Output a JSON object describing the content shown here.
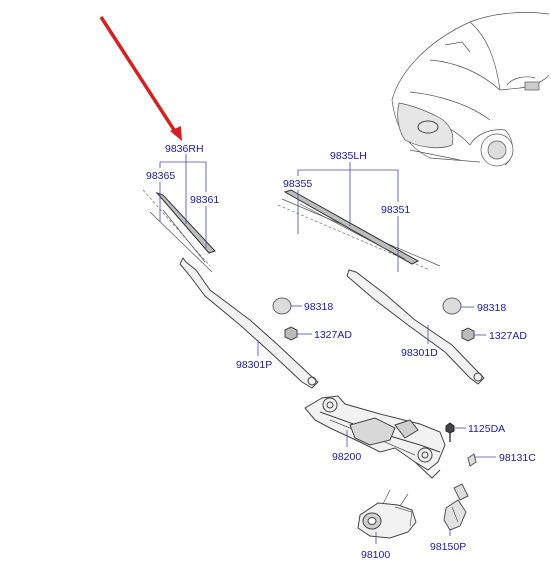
{
  "parts": [
    {
      "id": "p9836rh",
      "label": "9836RH"
    },
    {
      "id": "p98365",
      "label": "98365"
    },
    {
      "id": "p98361",
      "label": "98361"
    },
    {
      "id": "p9835lh",
      "label": "9835LH"
    },
    {
      "id": "p98355",
      "label": "98355"
    },
    {
      "id": "p98351",
      "label": "98351"
    },
    {
      "id": "p98318a",
      "label": "98318"
    },
    {
      "id": "p1327ada",
      "label": "1327AD"
    },
    {
      "id": "p98301p",
      "label": "98301P"
    },
    {
      "id": "p98318b",
      "label": "98318"
    },
    {
      "id": "p1327adb",
      "label": "1327AD"
    },
    {
      "id": "p98301d",
      "label": "98301D"
    },
    {
      "id": "p1125da",
      "label": "1125DA"
    },
    {
      "id": "p98200",
      "label": "98200"
    },
    {
      "id": "p98131c",
      "label": "98131C"
    },
    {
      "id": "p98100",
      "label": "98100"
    },
    {
      "id": "p98150p",
      "label": "98150P"
    }
  ],
  "colors": {
    "label": "#1a1aa6",
    "arrow": "#d42020",
    "line": "#444444"
  }
}
